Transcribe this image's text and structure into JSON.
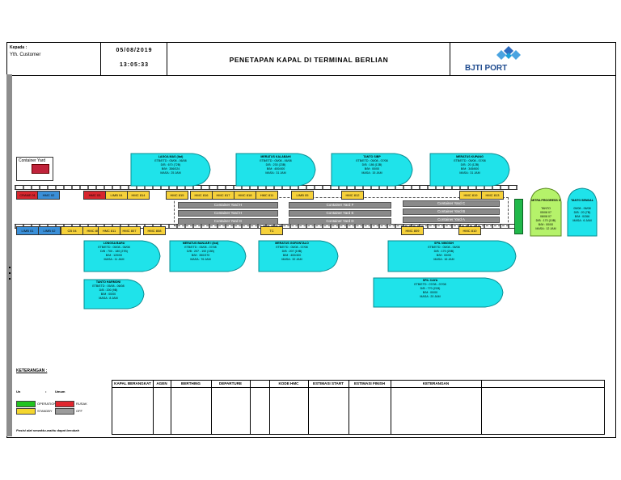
{
  "header": {
    "kepada_label": "Kepada :",
    "customer": "Yth. Customer",
    "date": "05/08/2019",
    "time": "13:05:33",
    "title": "PENETAPAN KAPAL DI TERMINAL BERLIAN",
    "logo_text": "BJTI PORT"
  },
  "container_yard_label": "Container Yard",
  "upper_ships": [
    {
      "name": "LAGOA MAS (lbd)",
      "lines": [
        "ETB/ETD : 05/08 - 06/08",
        "D/B : 670 (72B)",
        "B/M : 356/024",
        "MASA : 25 JAM"
      ]
    },
    {
      "name": "MERATUS KALABAHI",
      "lines": [
        "ETB/ETD : 05/08 - 06/08",
        "D/B : 230 (23B)",
        "B/M : 400/400",
        "MASA : 31 JAM"
      ]
    },
    {
      "name": "TANTO SIBP",
      "lines": [
        "ETB/ETD : 05/08 - 07/08",
        "D/B : 186 (13B)",
        "B/M : 00/00",
        "MASA : 15 JAM"
      ]
    },
    {
      "name": "MERATUS KUPANG",
      "lines": [
        "ETB/ETD : 05/08 - 07/08",
        "D/B : 20 (12B)",
        "B/M : 345/600",
        "MASA : 31 JAM"
      ]
    }
  ],
  "lower_ships": [
    {
      "name": "LONGSA BARU",
      "lines": [
        "ETB/ETD : 05/08 - 06/08",
        "D/B : 700 - 180 (27B)",
        "B/M : 120/00",
        "MASA : 11 JAM"
      ]
    },
    {
      "name": "MERATUS BANJAR I (lbd)",
      "lines": [
        "ETB/ETD : 05/08 - 07/08",
        "D/B : 207 - 192 (13B)",
        "B/M : 350/370",
        "MASA : 76 JAM"
      ]
    },
    {
      "name": "MERATUS GORONTALO",
      "lines": [
        "ETB/ETD : 05/08 - 07/08",
        "D/B : 207 (19B)",
        "B/M : 400/400",
        "MASA : 32 JAM"
      ]
    },
    {
      "name": "SPIL NINGSIH",
      "lines": [
        "ETB/ETD : 05/08 - 06/08",
        "D/B : 170 (20B)",
        "B/M : 00/00",
        "MASA : 16 JAM"
      ]
    },
    {
      "name": "TANTO HARMONI",
      "lines": [
        "ETB/ETD : 05/08 - 06/08",
        "D/B : 200 (9B)",
        "B/M : 00/00",
        "MASA : 8 JAM"
      ]
    },
    {
      "name": "SPIL CAYA",
      "lines": [
        "ETB/ETD : 07/08 - 07/08",
        "D/B : 770 (21B)",
        "B/M : 00/00",
        "MASA : 20 JAM"
      ]
    }
  ],
  "side_ships": [
    {
      "name": "MITRA PROGRESS II",
      "lines": [
        "TANTO",
        "05/08 07",
        "08/08 07",
        "D/B : 170 (10B)",
        "B/M : 00/00",
        "MASA : 12 JAM"
      ]
    },
    {
      "name": "TANTO SENDAL",
      "lines": [
        "05/08 - 06/08",
        "D/B : 20 (7B)",
        "B/M : 0/266",
        "MASA : 6 JAM"
      ]
    }
  ],
  "yard_blocks": [
    "Container Yard H",
    "Container Yard H",
    "Container Yard G",
    "Container Yard F",
    "Container Yard E",
    "Container Yard D",
    "Container Yard C",
    "Container Yard B",
    "Container Yard A"
  ],
  "cranes_top": [
    "CRANE 01",
    "HMC 02",
    "HMC 03",
    "LIMB 04",
    "HMC 814",
    "HMC 815",
    "HMC 816",
    "HMC 817",
    "HMC 818",
    "HMC 811",
    "LIMB 05",
    "HMC 812",
    "HMC 813",
    "HMC 819"
  ],
  "cranes_bottom": [
    "LIMB 01",
    "LIMB 02",
    "CB 04",
    "HMC 806",
    "HMC 807",
    "HMC 808",
    "TC",
    "HMC 809",
    "HMC 810",
    "HMC 811"
  ],
  "legend": {
    "title": "KETERANGAN :",
    "un_label": "Un",
    "umum_label": "Umum",
    "dot": "•",
    "operation_label": "OPERATION",
    "rusak_label": "RUSAK",
    "standby_label": "STANDBY",
    "off_label": "OFF",
    "note": "Posisi alat sewaktu-waktu dapat berubah",
    "colors": {
      "operation": "#22c31f",
      "rusak": "#e0262e",
      "standby": "#f4d62e",
      "off": "#9b9b9b"
    }
  },
  "table": {
    "headers": [
      "KAPAL BERANGKAT",
      "AGEN",
      "BERTHING",
      "DEPARTURE",
      "KODE HMC",
      "ESTIMASI START",
      "ESTIMASI FINISH",
      "KETERANGAN"
    ]
  },
  "colors": {
    "ship_fill": "#1fe3ea",
    "ship_stroke": "#0a8c92",
    "side_ship_fill": "#b5f26a"
  }
}
